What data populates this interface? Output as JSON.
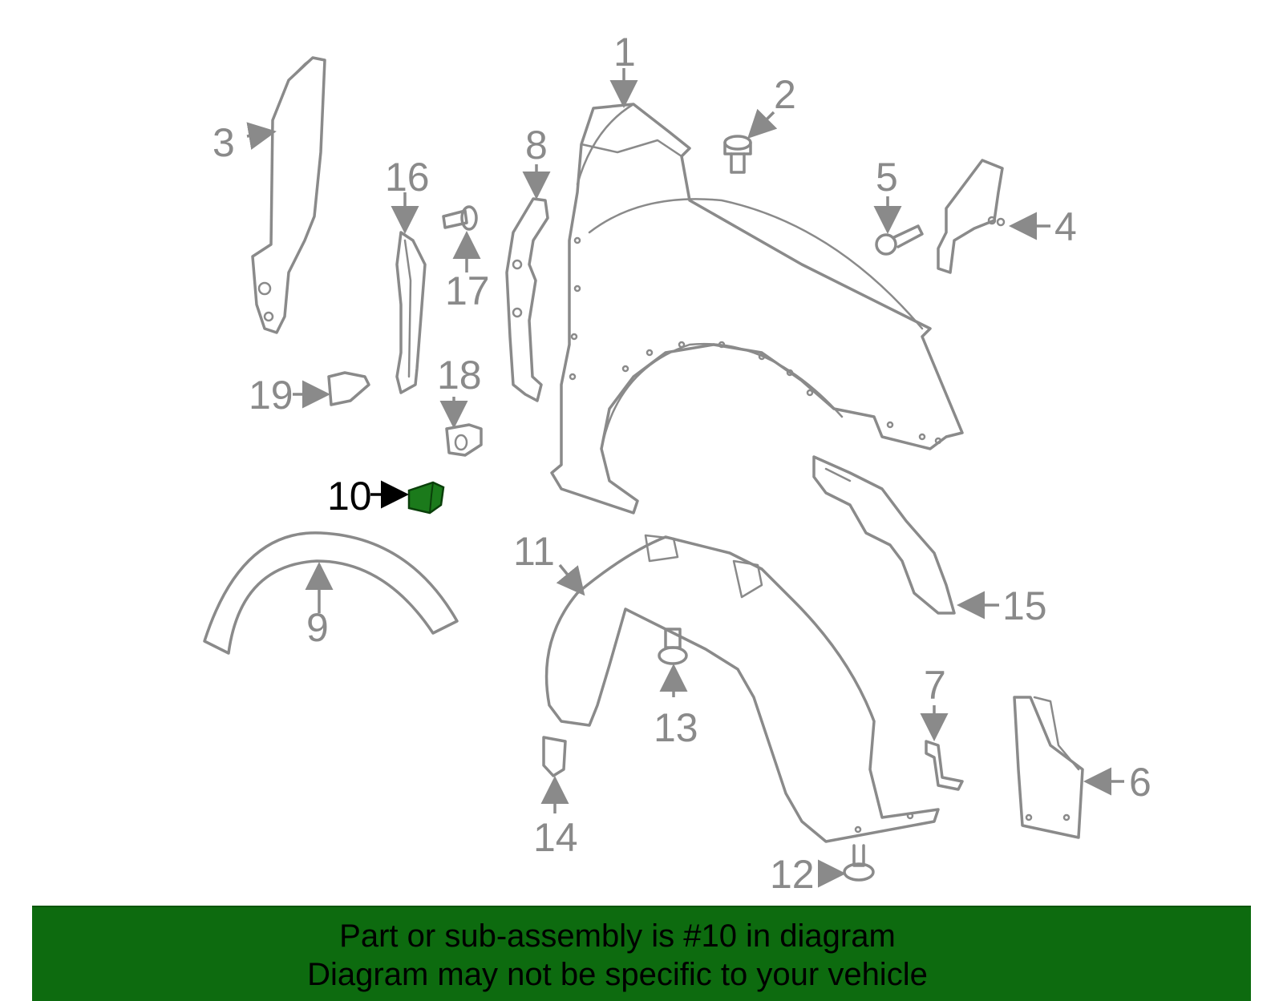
{
  "diagram": {
    "callouts": [
      "1",
      "2",
      "3",
      "4",
      "5",
      "6",
      "7",
      "8",
      "9",
      "10",
      "11",
      "12",
      "13",
      "14",
      "15",
      "16",
      "17",
      "18",
      "19"
    ],
    "highlighted_part": "10",
    "colors": {
      "line": "#8a8a8a",
      "highlight": "#1b7a1b",
      "banner": "#0d6b0f",
      "highlight_label": "#000000"
    }
  },
  "banner": {
    "line1": "Part or sub-assembly is #10 in diagram",
    "line2": "Diagram may not be specific to your vehicle"
  }
}
